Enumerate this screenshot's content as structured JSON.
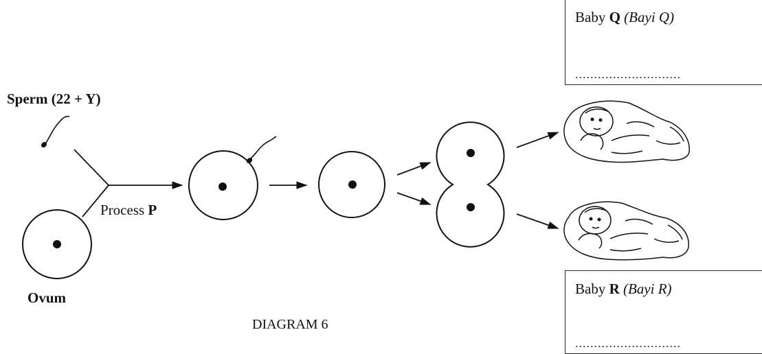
{
  "sperm_label": {
    "text": "Sperm",
    "chromosomes": "(22 + Y)"
  },
  "ovum_label": "Ovum",
  "process_label": {
    "prefix": "Process",
    "letter": "P"
  },
  "caption": "DIAGRAM 6",
  "baby_q": {
    "prefix": "Baby",
    "letter": "Q",
    "translation": "(Bayi Q)",
    "answer_dots": "............................"
  },
  "baby_r": {
    "prefix": "Baby",
    "letter": "R",
    "translation": "(Bayi R)",
    "answer_dots": "............................"
  }
}
